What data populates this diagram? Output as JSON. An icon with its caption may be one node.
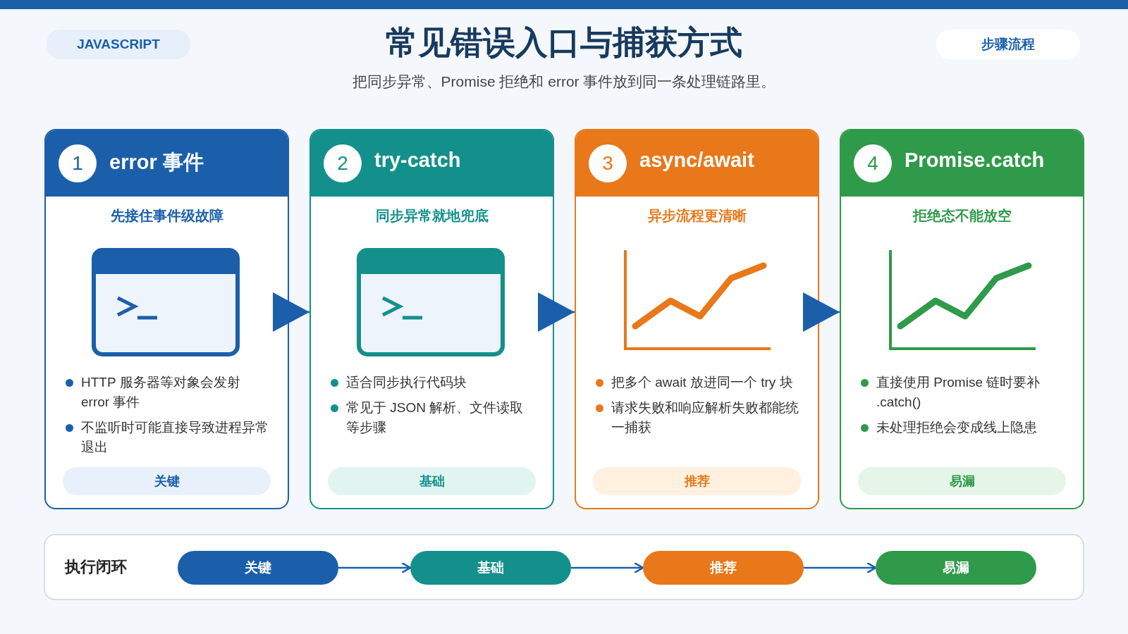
{
  "diagram": {
    "title": "常见错误入口与捕获方式",
    "nodes": [
      {
        "text": [
          "JAVASCRIPT"
        ]
      },
      {
        "text": [
          "步骤流程"
        ]
      },
      {
        "text": [
          "1",
          "error 事件",
          "先接住事件级故障",
          "HTTP 服务器等对象会发射 error 事件",
          "不监听时可能直接导致进程异常退出",
          "关键"
        ]
      },
      {
        "text": [
          "2",
          "try-catch",
          "同步异常就地兜底",
          "适合同步执行代码块",
          "常见于 JSON 解析、文件读取等步骤",
          "基础"
        ]
      },
      {
        "text": [
          "3",
          "async/await",
          "异步流程更清晰",
          "把多个 await 放进同一个 try 块",
          "请求失败和响应解析失败都能统一捕获",
          "推荐"
        ]
      },
      {
        "text": [
          "4",
          "Promise.catch",
          "拒绝态不能放空",
          "直接使用 Promise 链时要补 .catch()",
          "未处理拒绝会变成线上隐患",
          "易漏"
        ]
      },
      {
        "text": [
          "执行闭环"
        ]
      },
      {
        "text": [
          "关键"
        ],
        "in": 6
      },
      {
        "text": [
          "基础"
        ],
        "in": 6
      },
      {
        "text": [
          "推荐"
        ],
        "in": 6
      },
      {
        "text": [
          "易漏"
        ],
        "in": 6
      }
    ],
    "edges": [
      {
        "from": 2,
        "to": 3,
        "arrow": "to"
      },
      {
        "from": 3,
        "to": 4,
        "arrow": "to"
      },
      {
        "from": 4,
        "to": 5,
        "arrow": "to"
      },
      {
        "from": 7,
        "to": 8,
        "arrow": "to"
      },
      {
        "from": 8,
        "to": 9,
        "arrow": "to"
      },
      {
        "from": 9,
        "to": 10,
        "arrow": "to"
      }
    ],
    "labels": [
      "把同步异常、Promise 拒绝和 error 事件放到同一条处理链路里。"
    ]
  }
}
